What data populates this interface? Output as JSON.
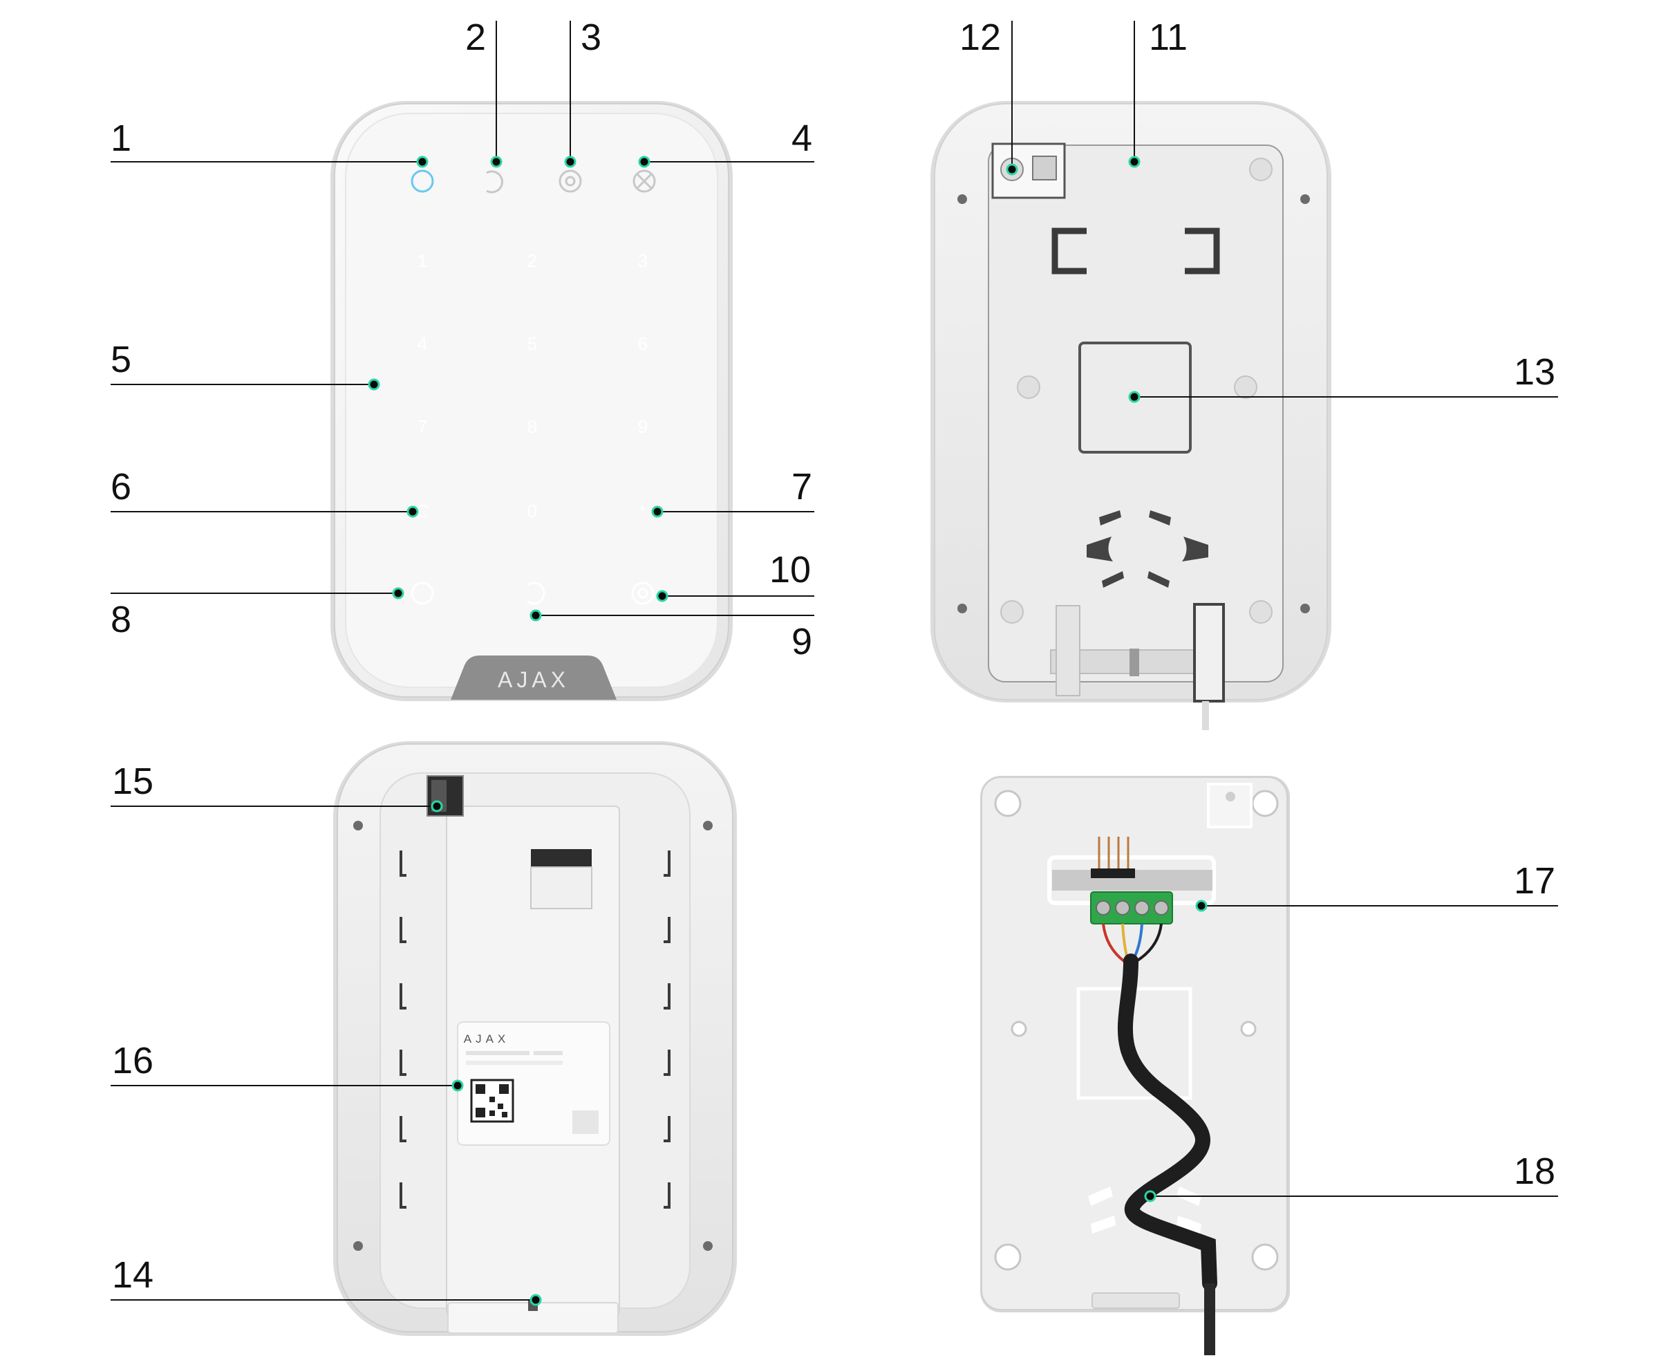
{
  "logo": {
    "text": "AJAX"
  },
  "keypad": {
    "digits": [
      "1",
      "2",
      "3",
      "4",
      "5",
      "6",
      "7",
      "8",
      "9"
    ],
    "zero": "0",
    "clear_key": "C",
    "star_key": "*"
  },
  "callouts": [
    {
      "id": "1",
      "label": "1"
    },
    {
      "id": "2",
      "label": "2"
    },
    {
      "id": "3",
      "label": "3"
    },
    {
      "id": "4",
      "label": "4"
    },
    {
      "id": "5",
      "label": "5"
    },
    {
      "id": "6",
      "label": "6"
    },
    {
      "id": "7",
      "label": "7"
    },
    {
      "id": "8",
      "label": "8"
    },
    {
      "id": "9",
      "label": "9"
    },
    {
      "id": "10",
      "label": "10"
    },
    {
      "id": "11",
      "label": "11"
    },
    {
      "id": "12",
      "label": "12"
    },
    {
      "id": "13",
      "label": "13"
    },
    {
      "id": "14",
      "label": "14"
    },
    {
      "id": "15",
      "label": "15"
    },
    {
      "id": "16",
      "label": "16"
    },
    {
      "id": "17",
      "label": "17"
    },
    {
      "id": "18",
      "label": "18"
    }
  ],
  "colors": {
    "leader_line": "#111111",
    "dot_fill": "#0a0a0a",
    "dot_ring": "#2ad6a4",
    "device_body": "#f2f2f2",
    "device_shadow": "#d8d8d8",
    "logo_plate": "#8a8a8a",
    "terminal_green": "#2fa64a"
  }
}
